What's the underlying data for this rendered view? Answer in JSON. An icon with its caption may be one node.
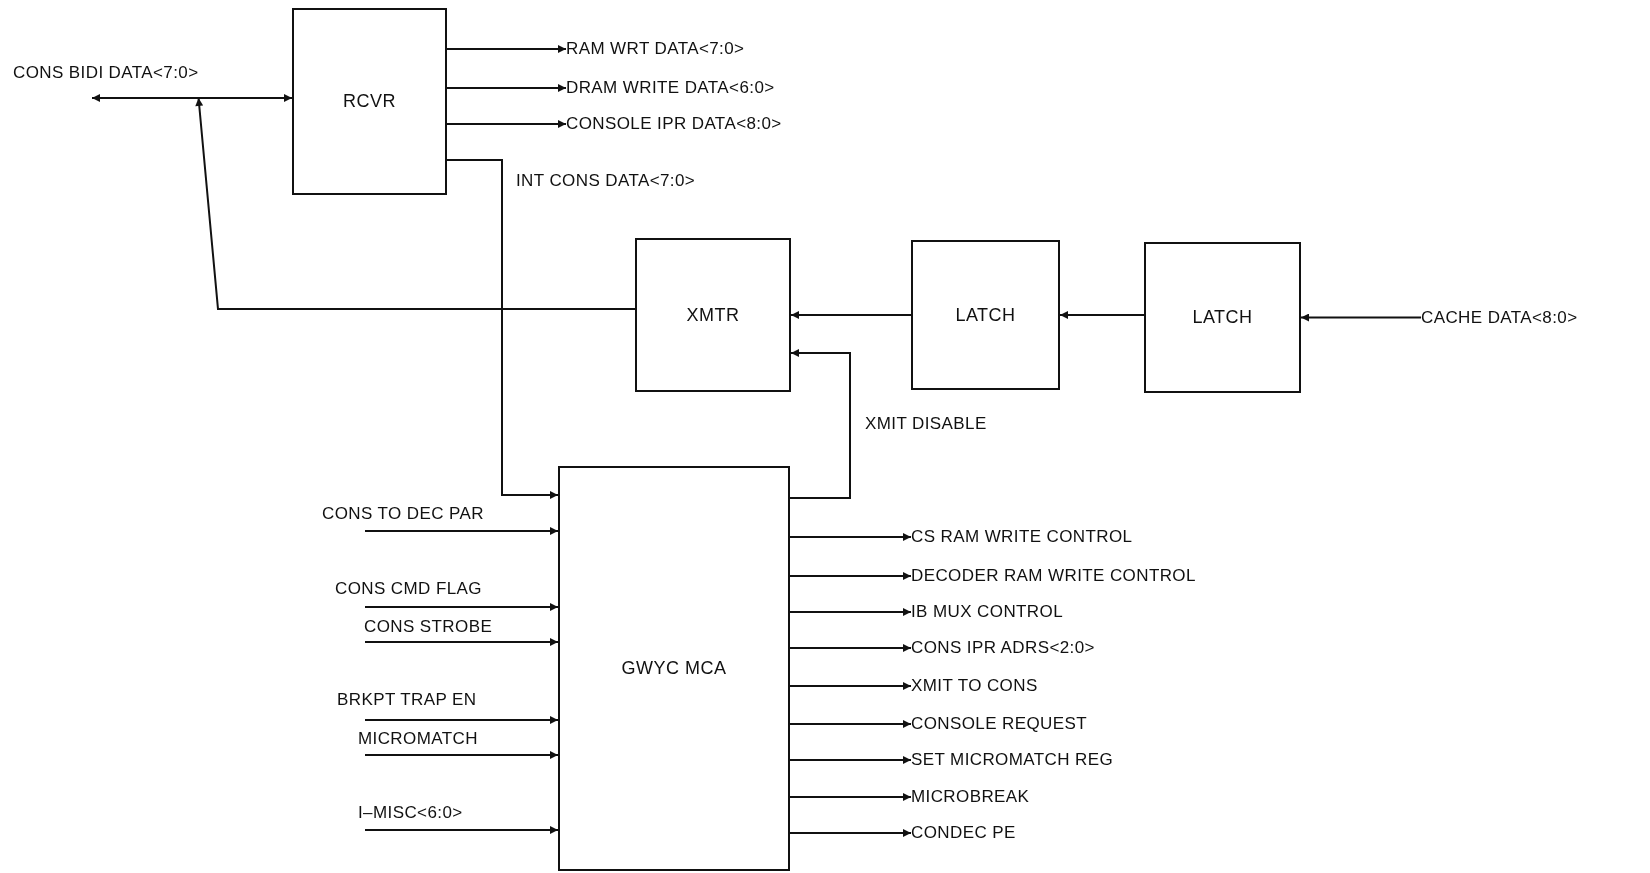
{
  "diagram": {
    "nodes": [
      {
        "text": [
          "CONS BIDI DATA<7:0>"
        ]
      },
      {
        "text": [
          "RCVR"
        ]
      },
      {
        "text": [
          "RAM WRT DATA<7:0>"
        ]
      },
      {
        "text": [
          "DRAM WRITE DATA<6:0>"
        ]
      },
      {
        "text": [
          "CONSOLE IPR DATA<8:0>"
        ]
      },
      {
        "text": [
          "XMTR"
        ]
      },
      {
        "text": [
          "LATCH"
        ]
      },
      {
        "text": [
          "LATCH"
        ]
      },
      {
        "text": [
          "CACHE DATA<8:0>"
        ]
      },
      {
        "text": [
          "CONS TO DEC PAR"
        ]
      },
      {
        "text": [
          "CONS CMD FLAG"
        ]
      },
      {
        "text": [
          "CONS STROBE"
        ]
      },
      {
        "text": [
          "BRKPT TRAP EN"
        ]
      },
      {
        "text": [
          "MICROMATCH"
        ]
      },
      {
        "text": [
          "I–MISC<6:0>"
        ]
      },
      {
        "text": [
          "GWYC MCA"
        ]
      },
      {
        "text": [
          "CS RAM WRITE CONTROL"
        ]
      },
      {
        "text": [
          "DECODER RAM WRITE CONTROL"
        ]
      },
      {
        "text": [
          "IB MUX CONTROL"
        ]
      },
      {
        "text": [
          "CONS IPR ADRS<2:0>"
        ]
      },
      {
        "text": [
          "XMIT TO CONS"
        ]
      },
      {
        "text": [
          "CONSOLE REQUEST"
        ]
      },
      {
        "text": [
          "SET MICROMATCH REG"
        ]
      },
      {
        "text": [
          "MICROBREAK"
        ]
      },
      {
        "text": [
          "CONDEC PE"
        ]
      }
    ],
    "edges": [
      {
        "from": 1,
        "to": 0,
        "arrow": "both"
      },
      {
        "from": 1,
        "to": 2,
        "arrow": "to"
      },
      {
        "from": 1,
        "to": 3,
        "arrow": "to"
      },
      {
        "from": 1,
        "to": 4,
        "arrow": "to"
      },
      {
        "from": 5,
        "to": 0,
        "arrow": "to"
      },
      {
        "from": 1,
        "to": 15,
        "arrow": "to",
        "label": "INT CONS DATA<7:0>"
      },
      {
        "from": 6,
        "to": 5,
        "arrow": "to"
      },
      {
        "from": 7,
        "to": 6,
        "arrow": "to"
      },
      {
        "from": 8,
        "to": 7,
        "arrow": "to"
      },
      {
        "from": 15,
        "to": 5,
        "arrow": "to",
        "label": "XMIT DISABLE"
      },
      {
        "from": 9,
        "to": 15,
        "arrow": "to"
      },
      {
        "from": 10,
        "to": 15,
        "arrow": "to"
      },
      {
        "from": 11,
        "to": 15,
        "arrow": "to"
      },
      {
        "from": 12,
        "to": 15,
        "arrow": "to"
      },
      {
        "from": 13,
        "to": 15,
        "arrow": "to"
      },
      {
        "from": 14,
        "to": 15,
        "arrow": "to"
      },
      {
        "from": 15,
        "to": 16,
        "arrow": "to"
      },
      {
        "from": 15,
        "to": 17,
        "arrow": "to"
      },
      {
        "from": 15,
        "to": 18,
        "arrow": "to"
      },
      {
        "from": 15,
        "to": 19,
        "arrow": "to"
      },
      {
        "from": 15,
        "to": 20,
        "arrow": "to"
      },
      {
        "from": 15,
        "to": 21,
        "arrow": "to"
      },
      {
        "from": 15,
        "to": 22,
        "arrow": "to"
      },
      {
        "from": 15,
        "to": 23,
        "arrow": "to"
      },
      {
        "from": 15,
        "to": 24,
        "arrow": "to"
      }
    ]
  }
}
